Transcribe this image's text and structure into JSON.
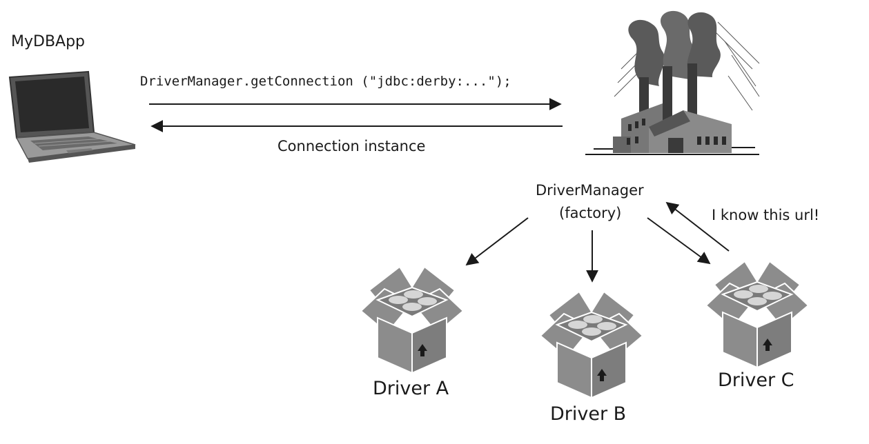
{
  "app": {
    "name": "MyDBApp"
  },
  "request": {
    "code": "DriverManager.getConnection (\"jdbc:derby:...\");"
  },
  "response": {
    "label": "Connection instance"
  },
  "factory": {
    "name": "DriverManager",
    "role": "(factory)"
  },
  "reply": {
    "text": "I know this url!"
  },
  "drivers": [
    {
      "label": "Driver A"
    },
    {
      "label": "Driver B"
    },
    {
      "label": "Driver C"
    }
  ],
  "colors": {
    "box": "#8c8c8c",
    "box_dark": "#6e6e6e",
    "ink": "#1a1a1a",
    "disc": "#d6d6d6"
  }
}
